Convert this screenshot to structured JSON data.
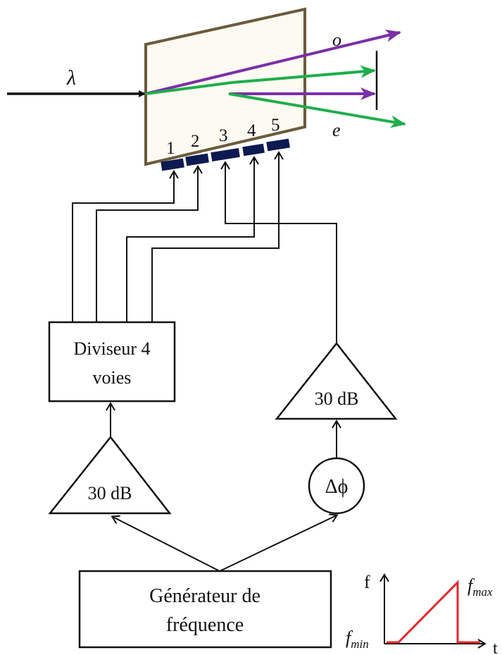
{
  "input": {
    "wavelength_symbol": "λ"
  },
  "crystal": {
    "beam_labels": {
      "ordinary": "o",
      "extraordinary": "e"
    },
    "electrodes": [
      "1",
      "2",
      "3",
      "4",
      "5"
    ],
    "colors": {
      "frame": "#6b5a3a",
      "fill": "#fdfaf2",
      "electrode": "#0d1a52",
      "beam_purple": "#7b2fa8",
      "beam_green": "#1fae4b"
    }
  },
  "divider": {
    "line1": "Diviseur 4",
    "line2": "voies"
  },
  "amplifier_left": {
    "label": "30 dB"
  },
  "amplifier_right": {
    "label": "30 dB"
  },
  "phase_shifter": {
    "label": "Δϕ"
  },
  "generator": {
    "line1": "Générateur de",
    "line2": "fréquence"
  },
  "sweep_plot": {
    "y_axis_label": "f",
    "x_axis_label": "t",
    "f_max_base": "f",
    "f_max_sub": "max",
    "f_min_base": "f",
    "f_min_sub": "min",
    "color": "#e5242b"
  }
}
